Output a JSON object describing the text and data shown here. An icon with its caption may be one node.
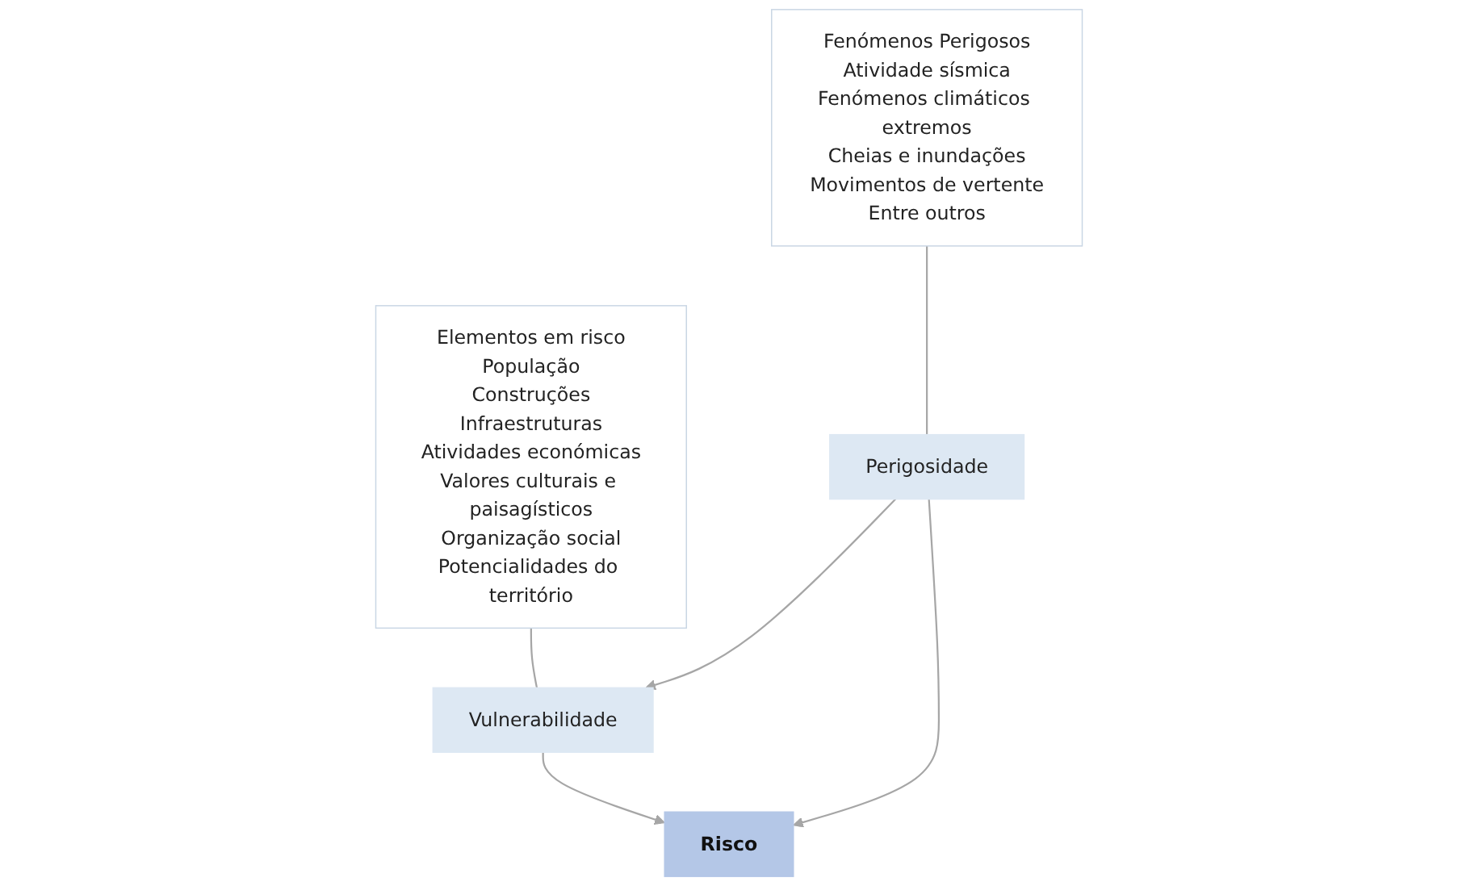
{
  "diagram": {
    "nodes": [
      {
        "text": [
          "Fenómenos Perigosos",
          "Atividade sísmica",
          "Fenómenos climáticos extremos",
          "Cheias e inundações",
          "Movimentos de vertente",
          "Entre outros"
        ]
      },
      {
        "text": [
          "Elementos em risco",
          "População",
          "Construções",
          "Infraestruturas",
          "Atividades económicas",
          "Valores culturais e paisagísticos",
          "Organização social",
          "Potencialidades do território"
        ]
      },
      {
        "text": [
          "Perigosidade"
        ]
      },
      {
        "text": [
          "Vulnerabilidade"
        ]
      },
      {
        "text": [
          "Risco"
        ]
      }
    ],
    "edges": [
      {
        "from": 0,
        "to": 2,
        "arrow": "none"
      },
      {
        "from": 1,
        "to": 3,
        "arrow": "none"
      },
      {
        "from": 2,
        "to": 3,
        "arrow": "to"
      },
      {
        "from": 2,
        "to": 4,
        "arrow": "to"
      },
      {
        "from": 3,
        "to": 4,
        "arrow": "to"
      }
    ]
  }
}
